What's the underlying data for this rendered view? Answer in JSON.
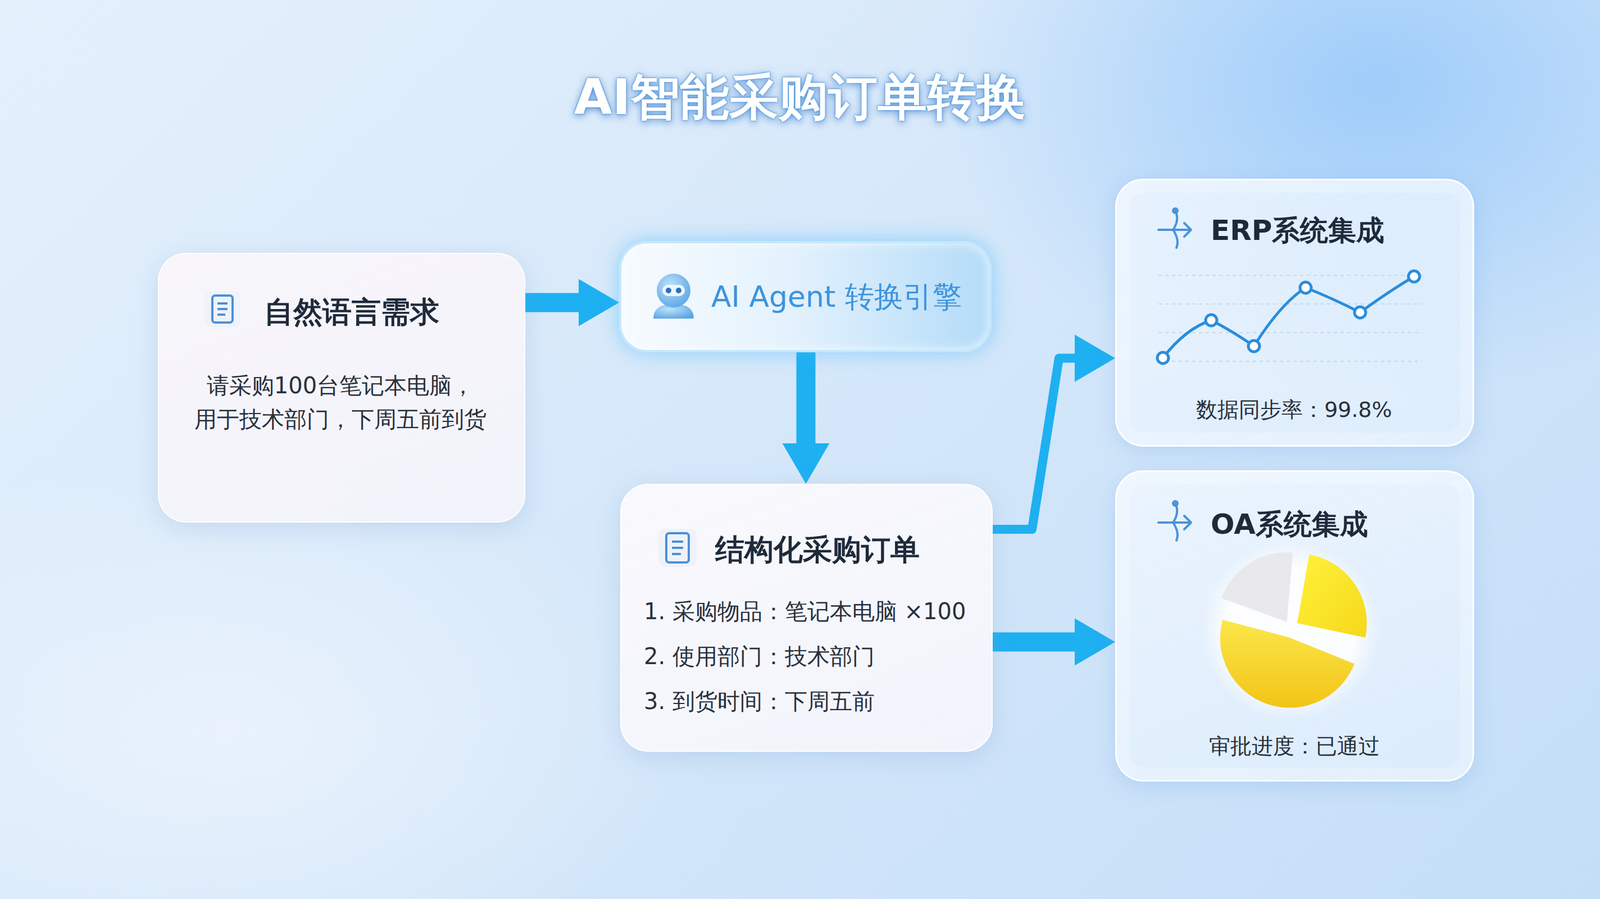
{
  "diagram": {
    "title": "AI智能采购订单转换",
    "nodes": [
      {
        "text": [
          "自然语言需求",
          "请采购100台笔记本电脑， 用于技术部门，下周五前到货"
        ]
      },
      {
        "text": [
          "AI Agent 转换引擎"
        ]
      },
      {
        "text": [
          "结构化采购订单",
          "1. 采购物品：笔记本电脑 ×100",
          "2. 使用部门：技术部门",
          "3. 到货时间：下周五前"
        ]
      },
      {
        "text": [
          "ERP系统集成",
          "数据同步率：99.8%"
        ]
      },
      {
        "text": [
          "OA系统集成",
          "审批进度：已通过"
        ]
      }
    ],
    "edges": [
      {
        "from": 0,
        "to": 1,
        "arrow": "to"
      },
      {
        "from": 1,
        "to": 2,
        "arrow": "to"
      },
      {
        "from": 2,
        "to": 3,
        "arrow": "to"
      },
      {
        "from": 2,
        "to": 4,
        "arrow": "to"
      }
    ]
  }
}
